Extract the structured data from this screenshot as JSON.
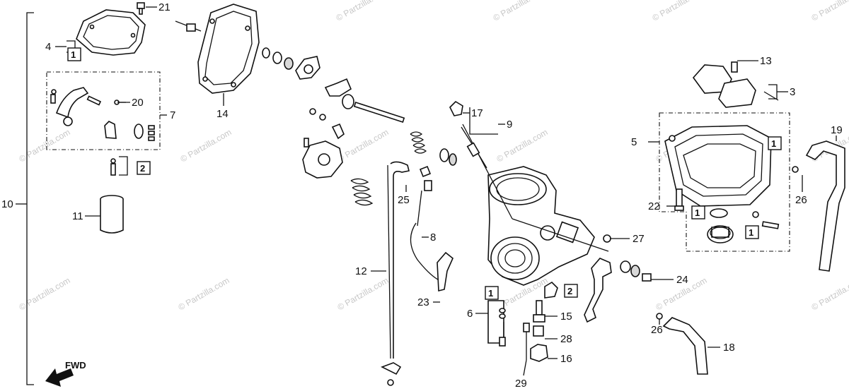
{
  "watermark": "© Partzilla.com",
  "fwd_label": "FWD",
  "callouts": [
    {
      "id": "c1",
      "text": "21"
    },
    {
      "id": "c2",
      "text": "4"
    },
    {
      "id": "c3",
      "text": "1"
    },
    {
      "id": "c4",
      "text": "20"
    },
    {
      "id": "c5",
      "text": "7"
    },
    {
      "id": "c6",
      "text": "2"
    },
    {
      "id": "c7",
      "text": "10"
    },
    {
      "id": "c8",
      "text": "11"
    },
    {
      "id": "c9",
      "text": "14"
    },
    {
      "id": "c10",
      "text": "17"
    },
    {
      "id": "c11",
      "text": "9"
    },
    {
      "id": "c12",
      "text": "25"
    },
    {
      "id": "c13",
      "text": "8"
    },
    {
      "id": "c14",
      "text": "12"
    },
    {
      "id": "c15",
      "text": "23"
    },
    {
      "id": "c16",
      "text": "1"
    },
    {
      "id": "c17",
      "text": "6"
    },
    {
      "id": "c18",
      "text": "2"
    },
    {
      "id": "c19",
      "text": "15"
    },
    {
      "id": "c20",
      "text": "28"
    },
    {
      "id": "c21",
      "text": "16"
    },
    {
      "id": "c22",
      "text": "29"
    },
    {
      "id": "c23",
      "text": "27"
    },
    {
      "id": "c24",
      "text": "24"
    },
    {
      "id": "c25",
      "text": "26"
    },
    {
      "id": "c26",
      "text": "18"
    },
    {
      "id": "c27",
      "text": "13"
    },
    {
      "id": "c28",
      "text": "3"
    },
    {
      "id": "c29",
      "text": "5"
    },
    {
      "id": "c30",
      "text": "1"
    },
    {
      "id": "c31",
      "text": "19"
    },
    {
      "id": "c32",
      "text": "22"
    },
    {
      "id": "c33",
      "text": "1"
    },
    {
      "id": "c34",
      "text": "1"
    },
    {
      "id": "c35",
      "text": "26"
    }
  ]
}
